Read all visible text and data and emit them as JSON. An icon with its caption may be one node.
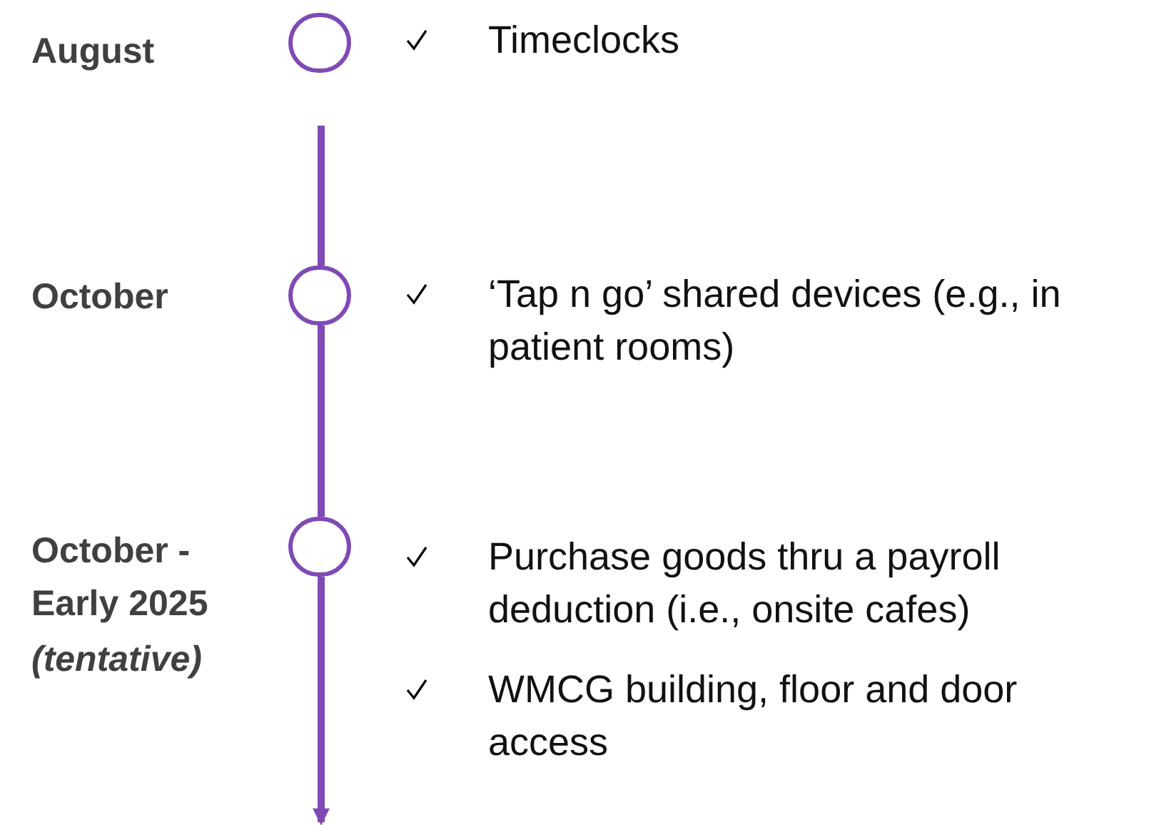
{
  "diagram": {
    "nodes": [
      {
        "text": [],
        "shape": "circle"
      },
      {
        "text": [],
        "shape": "circle"
      },
      {
        "text": [],
        "shape": "circle"
      }
    ],
    "edges": [
      {
        "from": null,
        "to": 1,
        "arrow": "none"
      },
      {
        "from": 1,
        "to": 2,
        "arrow": "none"
      },
      {
        "from": 2,
        "to": null,
        "arrow": "to"
      }
    ],
    "labels": [
      "August",
      "Timeclocks",
      "October",
      "‘Tap n go’ shared devices (e.g., in patient rooms)",
      "October - Early 2025",
      "(tentative)",
      "Purchase goods thru a payroll deduction (i.e., onsite cafes)",
      "WMCG building, floor and door access"
    ]
  }
}
